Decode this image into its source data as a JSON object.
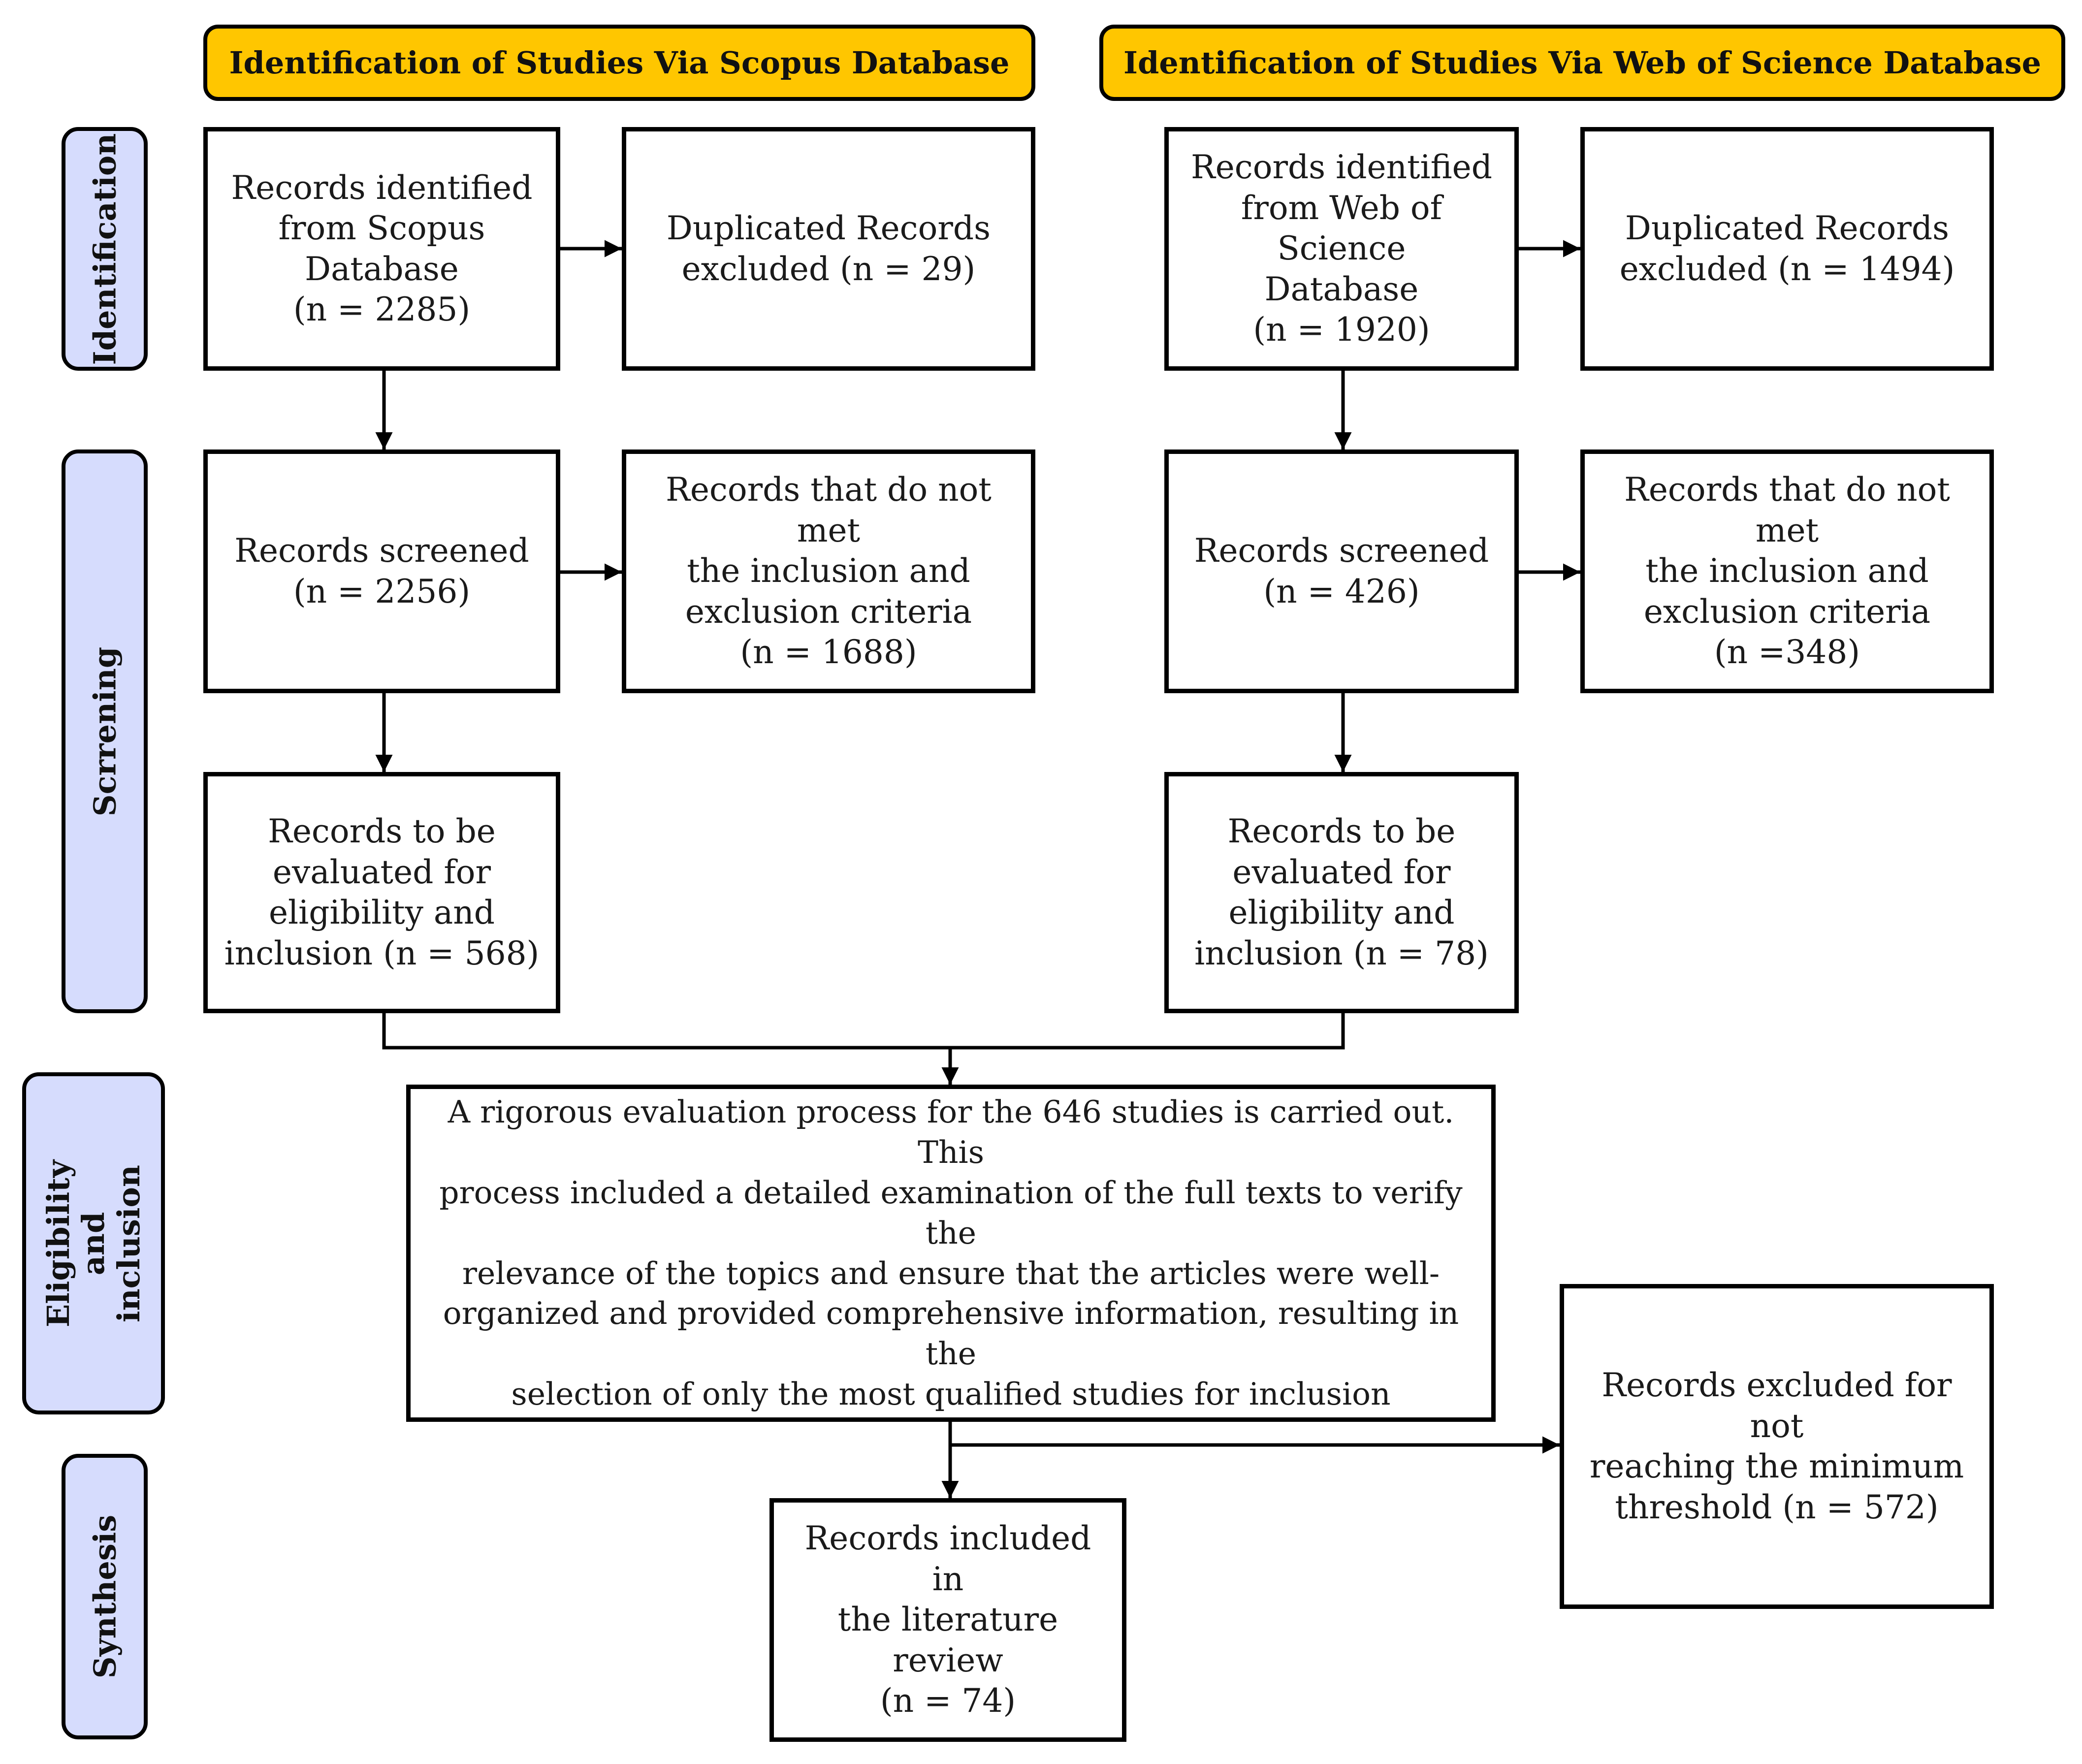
{
  "headers": {
    "scopus": "Identification of Studies Via Scopus Database",
    "wos": "Identification of Studies Via Web of Science Database"
  },
  "stages": {
    "identification": "Identification",
    "screening": "Scrrening",
    "eligibility": "Eligibility and\ninclusion",
    "synthesis": "Synthesis"
  },
  "scopus": {
    "identified": "Records identified\nfrom Scopus\nDatabase\n(n = 2285)",
    "duplicates": "Duplicated Records\nexcluded (n = 29)",
    "screened": "Records screened\n(n = 2256)",
    "not_met": "Records that do not met\nthe inclusion and\nexclusion criteria\n(n = 1688)",
    "to_evaluate": "Records to be\nevaluated for\neligibility and\ninclusion (n = 568)"
  },
  "wos": {
    "identified": "Records identified\nfrom Web of Science\nDatabase\n(n = 1920)",
    "duplicates": "Duplicated Records\nexcluded (n = 1494)",
    "screened": "Records screened\n(n = 426)",
    "not_met": "Records that do not met\nthe inclusion and\nexclusion criteria\n(n =348)",
    "to_evaluate": "Records to be\nevaluated for\neligibility and\ninclusion (n = 78)"
  },
  "evaluation": "A rigorous evaluation process for the 646 studies is carried out. This\nprocess included a detailed examination of the full texts to verify the\nrelevance of the topics and ensure that the articles were well-\norganized and provided comprehensive information, resulting in the\nselection of only the most qualified studies for inclusion",
  "excluded_threshold": "Records excluded for not\nreaching the minimum\nthreshold (n = 572)",
  "included": "Records included in\nthe literature review\n(n = 74)"
}
